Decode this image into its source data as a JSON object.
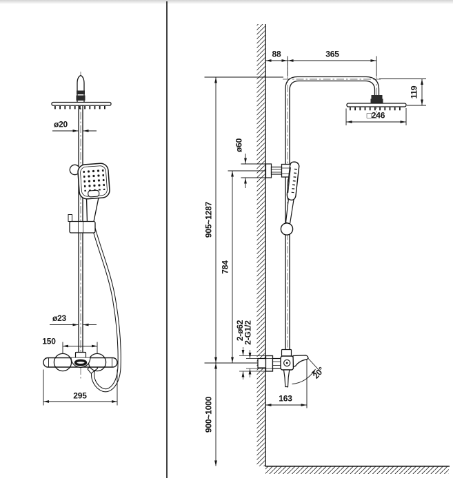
{
  "drawing": {
    "type": "technical-installation-diagram",
    "subject": "wall-mounted shower column with overhead shower, hand shower and mixer valve",
    "line_color": "#161616",
    "background": "#ffffff"
  },
  "front_view": {
    "dims": {
      "pipe_diameter": "ø20",
      "hose_diameter": "ø23",
      "inlet_spacing": "150",
      "body_width": "295"
    }
  },
  "side_view": {
    "dims": {
      "wall_to_riser": "88",
      "arm_reach": "365",
      "head_drop": "119",
      "head_size": "□246",
      "slider_flange_diameter": "ø60",
      "riser_height_range": "905~1287",
      "flange_to_valve": "784",
      "escutcheon_diameter": "2-ø62",
      "connection_thread": "2-G1/2",
      "valve_reach": "163",
      "valve_install_height": "900~1000",
      "handle_swing_angle": "20°"
    }
  }
}
